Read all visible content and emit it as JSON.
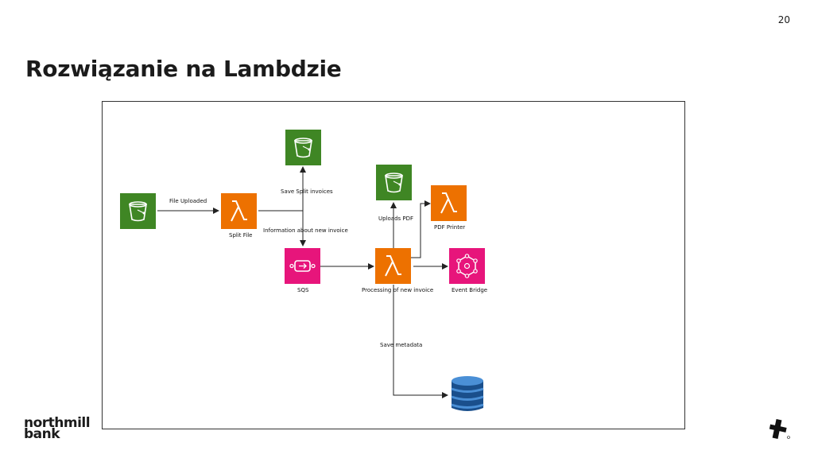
{
  "slide": {
    "page_number": "20",
    "title": "Rozwiązanie na Lambdzie"
  },
  "diagram": {
    "nodes": {
      "s3_source": "",
      "split_file": "Split File",
      "s3_split": "",
      "sqs": "SQS",
      "s3_pdf": "",
      "processing": "Processing of new invoice",
      "pdf_printer": "PDF Printer",
      "event_bridge": "Event Bridge",
      "dynamodb": ""
    },
    "edges": {
      "file_uploaded": "File Uploaded",
      "save_split": "Save Split invoices",
      "info_new_invoice": "Information about new invoice",
      "uploads_pdf": "Uploads PDF",
      "save_metadata": "Save metadata"
    },
    "colors": {
      "s3_green": "#3f8624",
      "lambda_orange": "#ed7100",
      "pink": "#e7157b",
      "dynamo_blue": "#2e73b8"
    }
  },
  "logo": {
    "line1": "northmill",
    "line2": "bank"
  }
}
